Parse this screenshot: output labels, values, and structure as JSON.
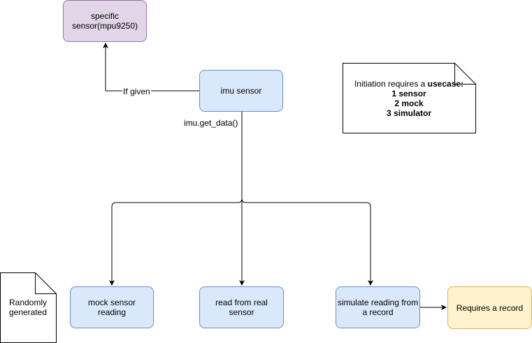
{
  "nodes": {
    "specific_sensor": {
      "line1": "specific",
      "line2": "sensor(mpu9250)"
    },
    "imu_sensor": "imu sensor",
    "mock_reading": "mock sensor reading",
    "real_reading": "read from real sensor",
    "simulate_reading": {
      "line1": "simulate reading from",
      "line2": "a record"
    },
    "requires_record": "Requires a record"
  },
  "edge_labels": {
    "if_given": "If given",
    "get_data": "imu.get_data()"
  },
  "notes": {
    "randomly_generated": {
      "line1": "Randomly",
      "line2": "generated"
    },
    "initiation": {
      "prefix": "Initiation requires a ",
      "keyword": "usecase:",
      "item1": "1 sensor",
      "item2": "2 mock",
      "item3": "3 simulator"
    }
  },
  "colors": {
    "blue_fill": "#dae8fc",
    "blue_stroke": "#6c8ebf",
    "purple_fill": "#e1d5e7",
    "purple_stroke": "#9673a6",
    "yellow_fill": "#fff2cc",
    "yellow_stroke": "#d6b656",
    "edge": "#000000"
  }
}
